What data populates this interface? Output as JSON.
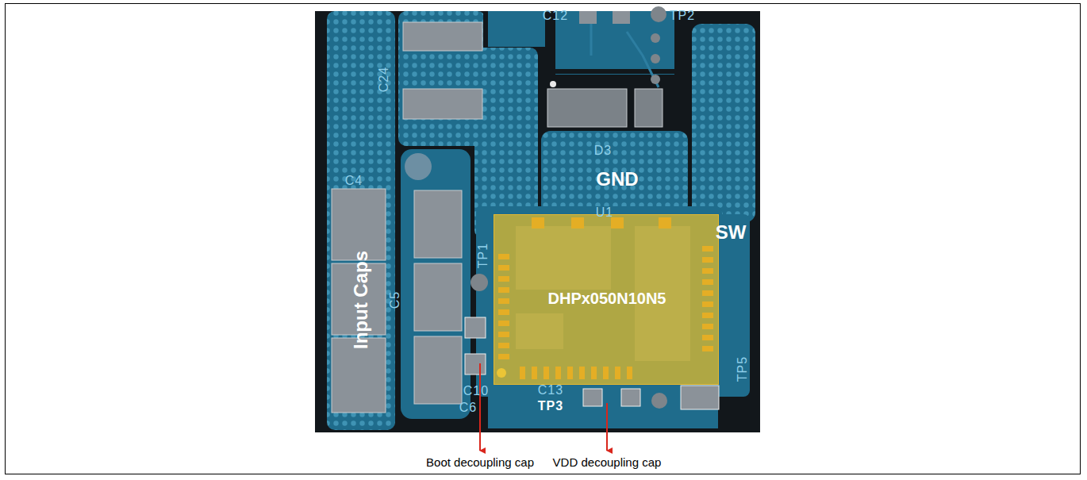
{
  "diagram": {
    "nodes": [
      {
        "text": [
          "DHPx050N10N5"
        ]
      }
    ],
    "labels": [
      "C12",
      "TP2",
      "C24",
      "D3",
      "GND",
      "U1",
      "SW",
      "C4",
      "Input Caps",
      "C5",
      "TP1",
      "C10",
      "C13",
      "TP3",
      "C6",
      "TP5",
      "Boot decoupling cap",
      "VDD decoupling cap"
    ]
  }
}
